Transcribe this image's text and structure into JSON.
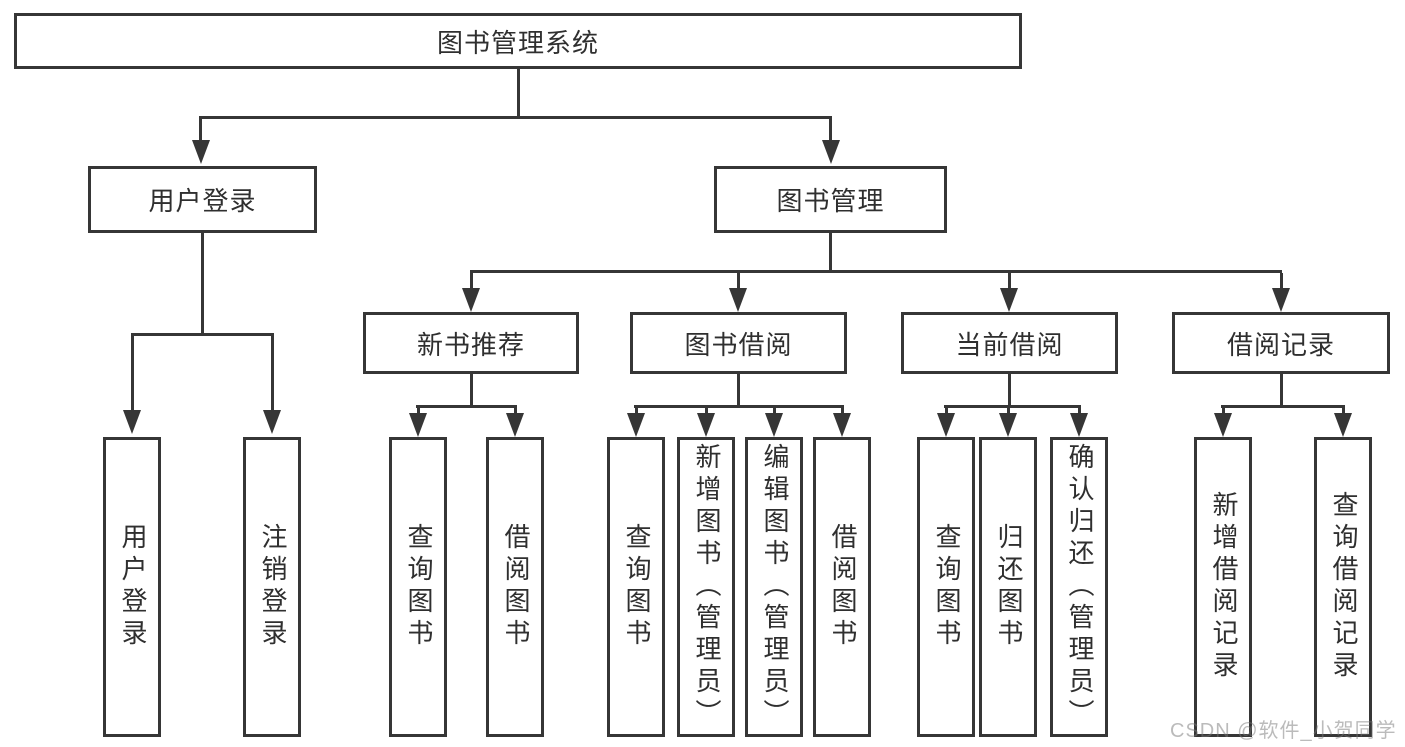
{
  "watermark": "CSDN @软件_小贺同学",
  "colors": {
    "line": "#363636",
    "text": "#2f2f2f",
    "background": "#ffffff",
    "watermark": "#c4c4c4"
  },
  "tree": {
    "root": {
      "label": "图书管理系统"
    },
    "branches": [
      {
        "label": "用户登录",
        "children": [
          {
            "label": "用户登录"
          },
          {
            "label": "注销登录"
          }
        ]
      },
      {
        "label": "图书管理",
        "groups": [
          {
            "label": "新书推荐",
            "children": [
              {
                "label": "查询图书"
              },
              {
                "label": "借阅图书"
              }
            ]
          },
          {
            "label": "图书借阅",
            "children": [
              {
                "label": "查询图书"
              },
              {
                "label": "新增图书（管理员）"
              },
              {
                "label": "编辑图书（管理员）"
              },
              {
                "label": "借阅图书"
              }
            ]
          },
          {
            "label": "当前借阅",
            "children": [
              {
                "label": "查询图书"
              },
              {
                "label": "归还图书"
              },
              {
                "label": "确认归还（管理员）"
              }
            ]
          },
          {
            "label": "借阅记录",
            "children": [
              {
                "label": "新增借阅记录"
              },
              {
                "label": "查询借阅记录"
              }
            ]
          }
        ]
      }
    ]
  }
}
